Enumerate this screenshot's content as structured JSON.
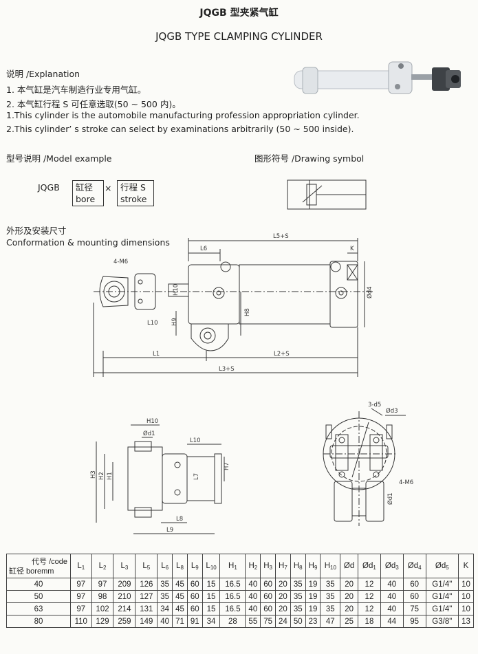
{
  "title_cn": "JQGB 型夹紧气缸",
  "title_en": "JQGB TYPE CLAMPING CYLINDER",
  "explanation": {
    "heading": "说明 /Explanation",
    "lines": [
      "1. 本气缸是汽车制造行业专用气缸。",
      "2. 本气缸行程 S 可任意选取(50 ~ 500 内)。",
      "1.This cylinder is the automobile manufacturing profession appropriation cylinder.",
      "2.This cylinder’ s stroke can select by examinations arbitrarily (50 ~ 500 inside)."
    ]
  },
  "model_example": {
    "heading": "型号说明 /Model example",
    "prefix": "JQGB",
    "bore_cn": "缸径",
    "bore_en": "bore",
    "times": "×",
    "stroke_cn": "行程 S",
    "stroke_en": "stroke"
  },
  "drawing_symbol": {
    "heading": "图形符号 /Drawing symbol"
  },
  "mounting": {
    "heading_cn": "外形及安装尺寸",
    "heading_en": "Conformation & mounting dimensions"
  },
  "drawing_labels": {
    "l5s": "L5+S",
    "l6": "L6",
    "k": "K",
    "m6_top": "4-M6",
    "d4": "Ød4",
    "h10": "H10",
    "h9": "H9",
    "h8": "H8",
    "l10": "L10",
    "l1": "L1",
    "l2s": "L2+S",
    "l3s": "L3+S",
    "h10b": "H10",
    "d1": "Ød1",
    "l10b": "L10",
    "h7": "H7",
    "h3": "H3",
    "h2": "H2",
    "h1": "H1",
    "l7": "L7",
    "l8": "L8",
    "l9": "L9",
    "d5": "3-d5",
    "d3": "Ød3",
    "m6_side": "4-M6",
    "d1_side": "Ød1"
  },
  "table": {
    "code_label": "代号 /code",
    "bore_label": "缸径 boremm",
    "columns": [
      {
        "b": "L",
        "s": "1"
      },
      {
        "b": "L",
        "s": "2"
      },
      {
        "b": "L",
        "s": "3"
      },
      {
        "b": "L",
        "s": "5"
      },
      {
        "b": "L",
        "s": "6"
      },
      {
        "b": "L",
        "s": "8"
      },
      {
        "b": "L",
        "s": "9"
      },
      {
        "b": "L",
        "s": "10"
      },
      {
        "b": "H",
        "s": "1"
      },
      {
        "b": "H",
        "s": "2"
      },
      {
        "b": "H",
        "s": "3"
      },
      {
        "b": "H",
        "s": "7"
      },
      {
        "b": "H",
        "s": "8"
      },
      {
        "b": "H",
        "s": "9"
      },
      {
        "b": "H",
        "s": "10"
      },
      {
        "b": "Ød",
        "s": ""
      },
      {
        "b": "Ød",
        "s": "1"
      },
      {
        "b": "Ød",
        "s": "3"
      },
      {
        "b": "Ød",
        "s": "4"
      },
      {
        "b": "Ød",
        "s": "5"
      },
      {
        "b": "K",
        "s": ""
      }
    ],
    "rows": [
      {
        "bore": "40",
        "values": [
          "97",
          "97",
          "209",
          "126",
          "35",
          "45",
          "60",
          "15",
          "16.5",
          "40",
          "60",
          "20",
          "35",
          "19",
          "35",
          "20",
          "12",
          "40",
          "60",
          "G1/4\"",
          "10"
        ]
      },
      {
        "bore": "50",
        "values": [
          "97",
          "98",
          "210",
          "127",
          "35",
          "45",
          "60",
          "15",
          "16.5",
          "40",
          "60",
          "20",
          "35",
          "19",
          "35",
          "20",
          "12",
          "40",
          "60",
          "G1/4\"",
          "10"
        ]
      },
      {
        "bore": "63",
        "values": [
          "97",
          "102",
          "214",
          "131",
          "34",
          "45",
          "60",
          "15",
          "16.5",
          "40",
          "60",
          "20",
          "35",
          "19",
          "35",
          "20",
          "12",
          "40",
          "75",
          "G1/4\"",
          "10"
        ]
      },
      {
        "bore": "80",
        "values": [
          "110",
          "129",
          "259",
          "149",
          "40",
          "71",
          "91",
          "34",
          "28",
          "55",
          "75",
          "24",
          "50",
          "23",
          "47",
          "25",
          "18",
          "44",
          "95",
          "G3/8\"",
          "13"
        ]
      }
    ]
  }
}
